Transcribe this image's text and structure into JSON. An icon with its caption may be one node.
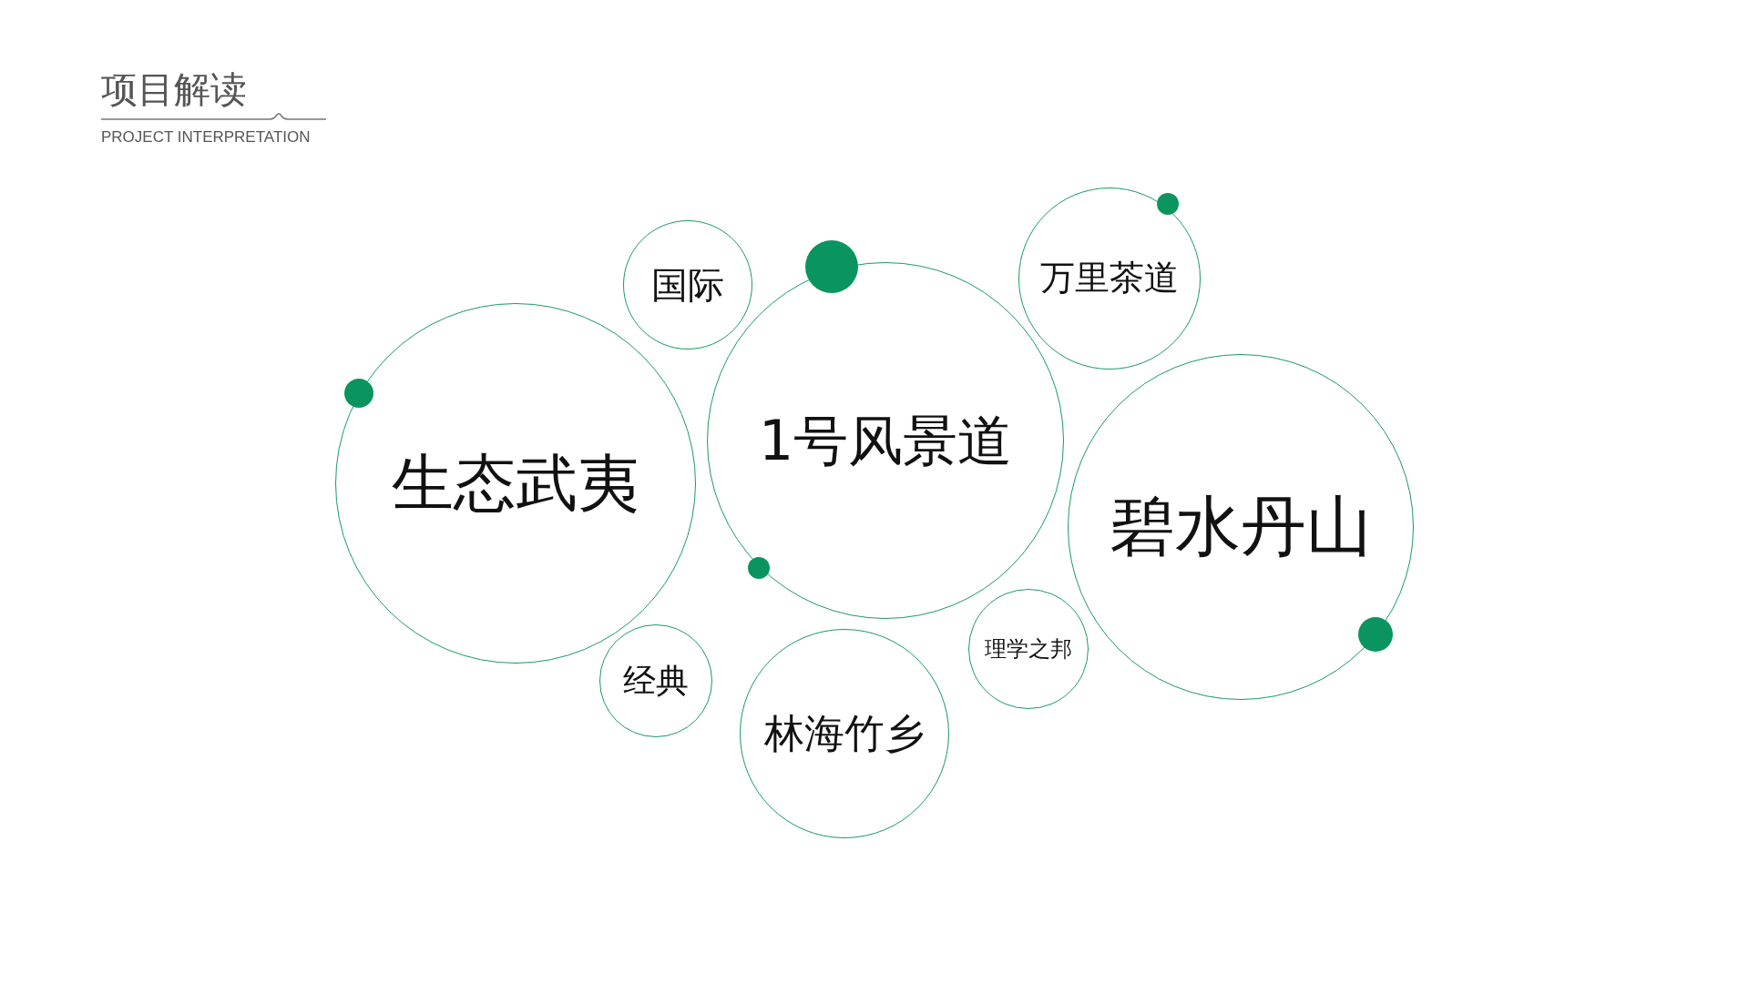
{
  "diagram": {
    "title": "项目解读",
    "nodes": [
      {
        "text": [
          "国际"
        ]
      },
      {
        "text": [
          "万里茶道"
        ]
      },
      {
        "text": [
          "生态武夷"
        ]
      },
      {
        "text": [
          "1号风景道"
        ]
      },
      {
        "text": [
          "碧水丹山"
        ]
      },
      {
        "text": [
          "理学之邦"
        ]
      },
      {
        "text": [
          "经典"
        ]
      },
      {
        "text": [
          "林海竹乡"
        ]
      }
    ],
    "labels": [
      "PROJECT INTERPRETATION"
    ]
  }
}
